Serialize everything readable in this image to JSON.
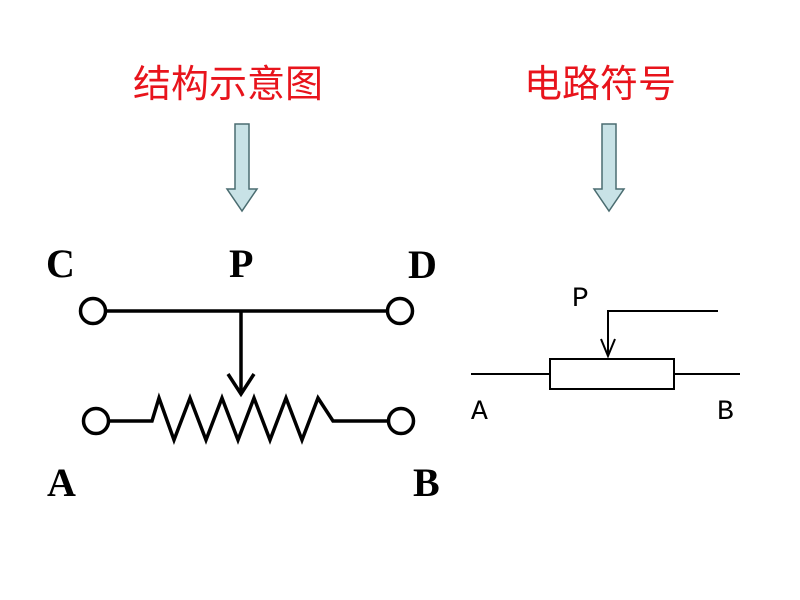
{
  "colors": {
    "heading": "#e8141c",
    "arrow_fill": "#c8e2e6",
    "arrow_stroke": "#4a6c70",
    "line": "#000000"
  },
  "headings": {
    "structure": "结构示意图",
    "symbol": "电路符号"
  },
  "structure_diagram": {
    "terminal_c": "C",
    "terminal_p": "P",
    "terminal_d": "D",
    "terminal_a": "A",
    "terminal_b": "B"
  },
  "circuit_symbol": {
    "terminal_p": "P",
    "terminal_a": "A",
    "terminal_b": "B"
  }
}
